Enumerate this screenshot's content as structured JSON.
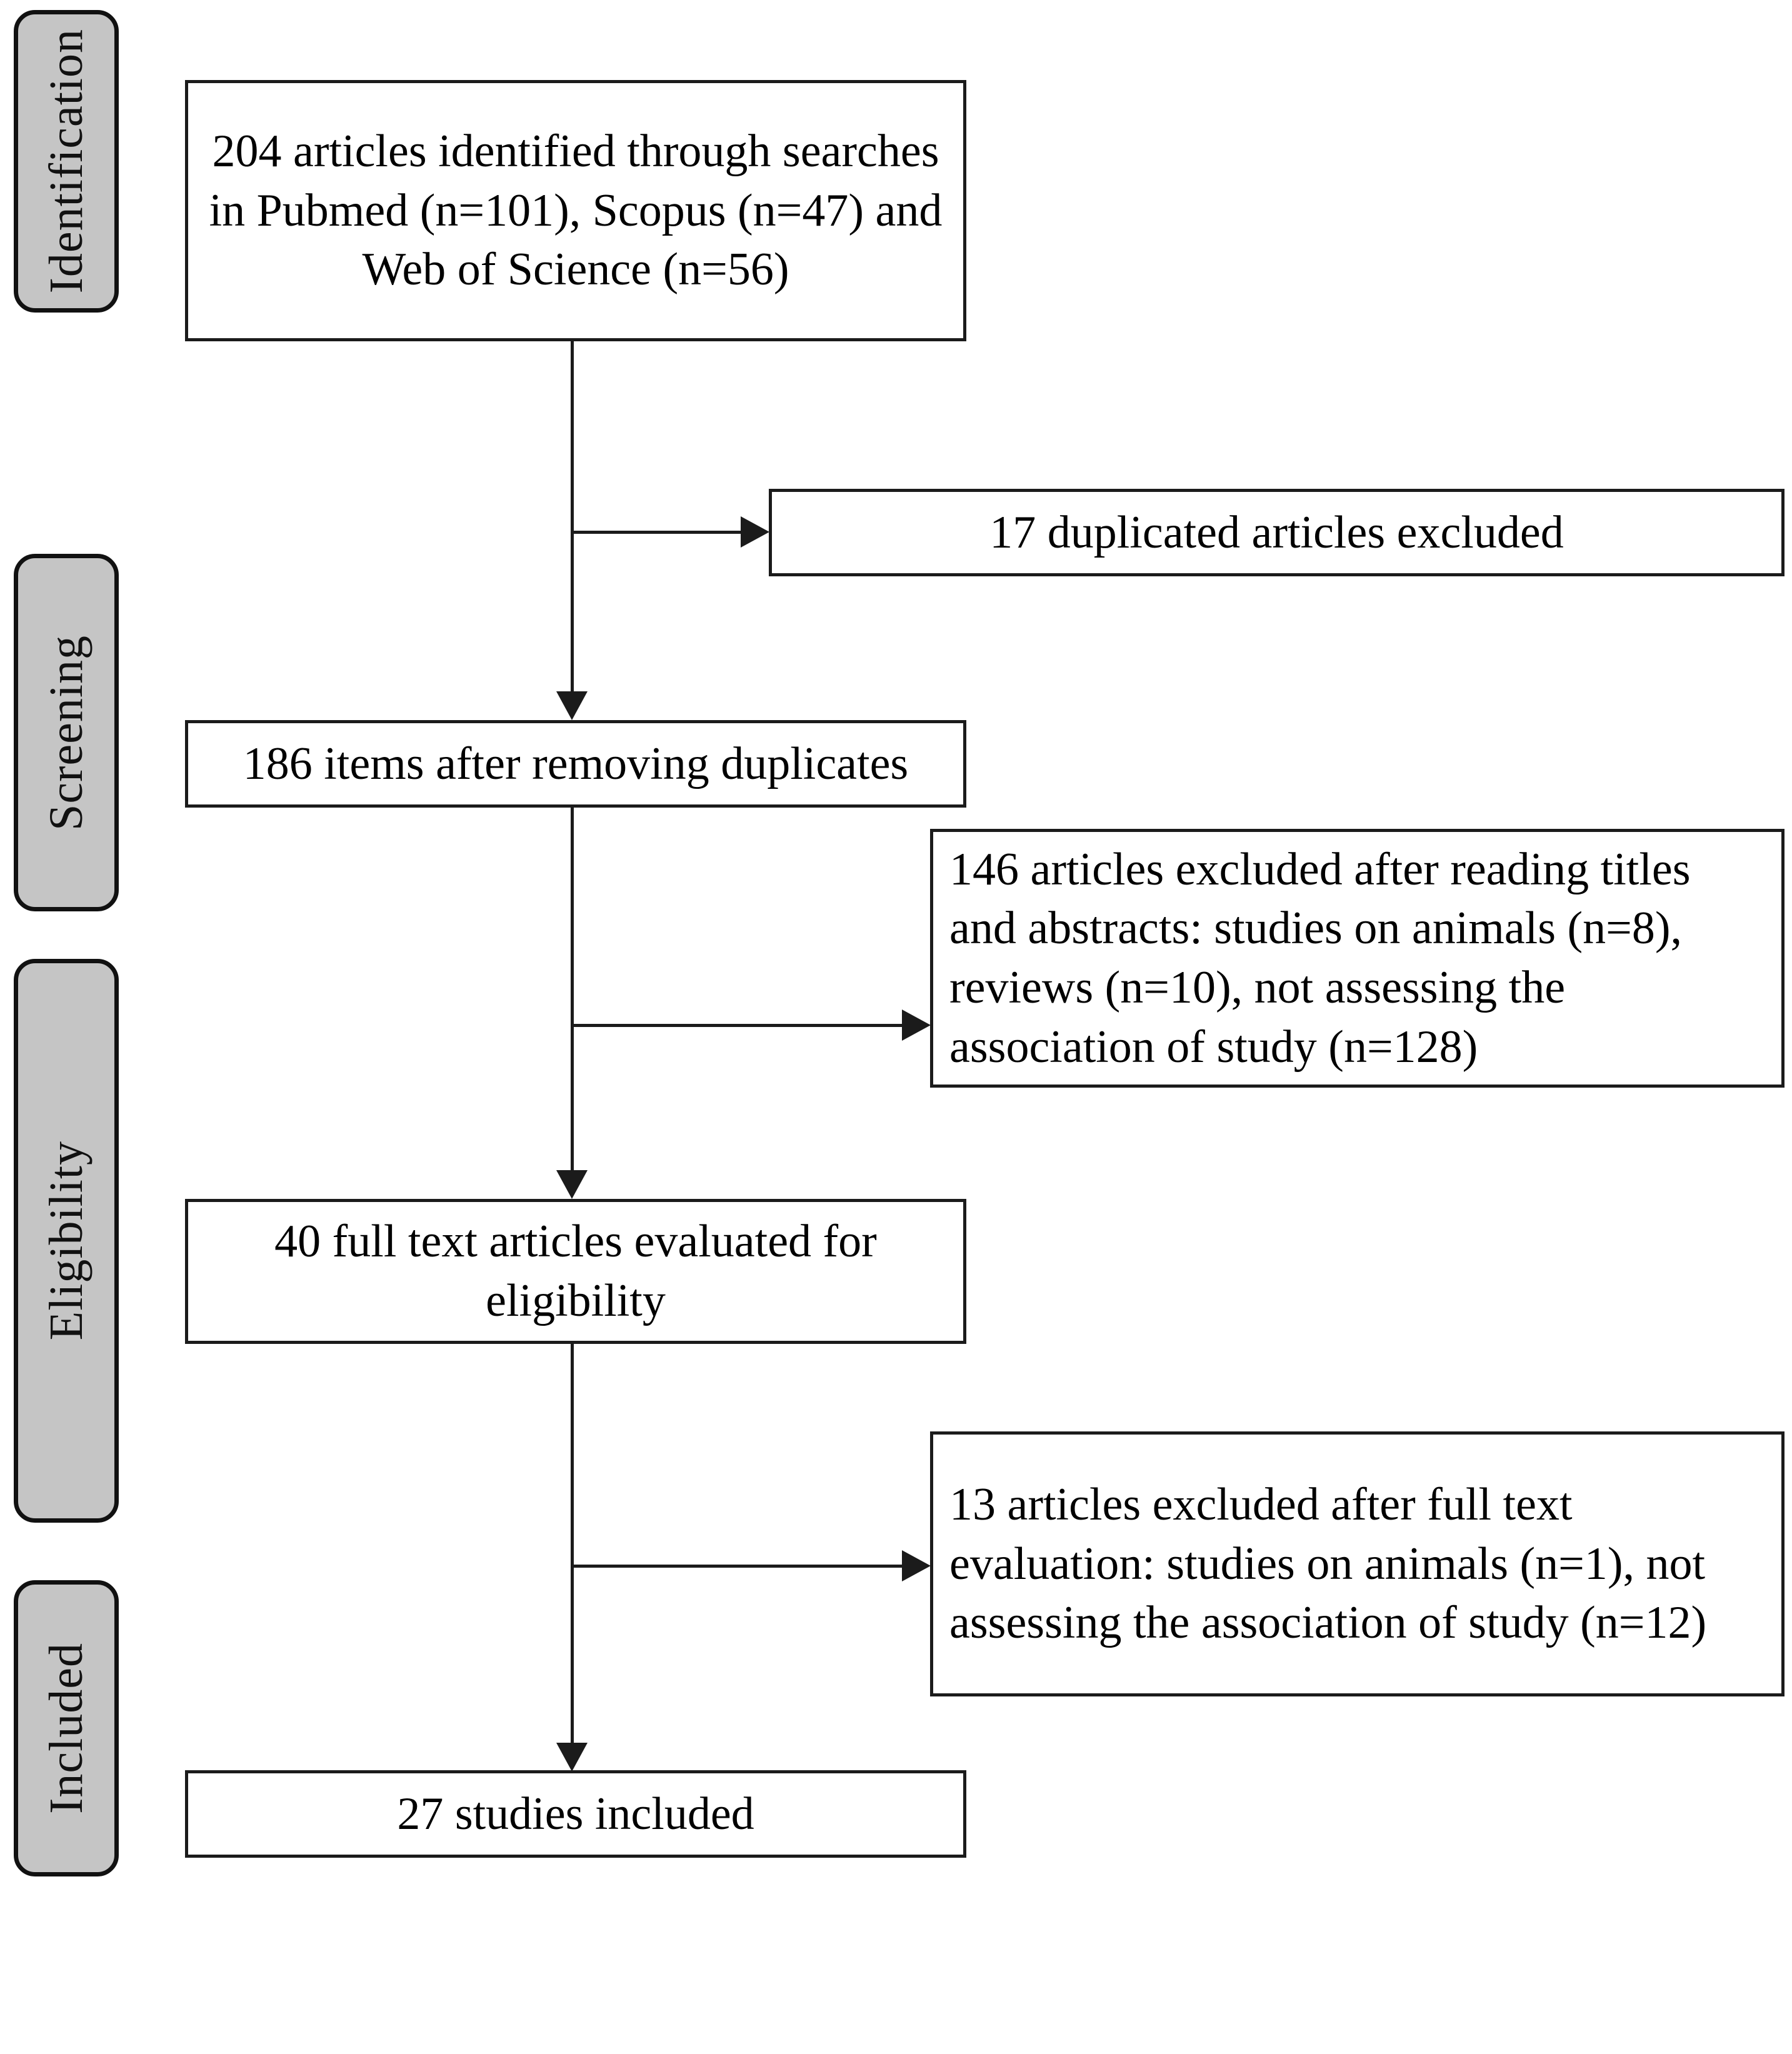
{
  "diagram": {
    "type": "prisma-flow-diagram",
    "stages": [
      {
        "id": "identification",
        "label": "Identification"
      },
      {
        "id": "screening",
        "label": "Screening"
      },
      {
        "id": "eligibility",
        "label": "Eligibility"
      },
      {
        "id": "included",
        "label": "Included"
      }
    ],
    "main_boxes": [
      {
        "id": "identified",
        "stage": "identification",
        "align": "center",
        "text": "204 articles identified through searches in Pubmed (n=101), Scopus (n=47) and Web of Science (n=56)",
        "count": 204,
        "sources": [
          {
            "name": "Pubmed",
            "n": 101
          },
          {
            "name": "Scopus",
            "n": 47
          },
          {
            "name": "Web of Science",
            "n": 56
          }
        ]
      },
      {
        "id": "after-duplicates",
        "stage": "screening",
        "align": "center",
        "text": "186 items after removing duplicates",
        "count": 186
      },
      {
        "id": "full-text-evaluated",
        "stage": "eligibility",
        "align": "center",
        "text": "40 full text articles evaluated for eligibility",
        "count": 40
      },
      {
        "id": "studies-included",
        "stage": "included",
        "align": "center",
        "text": "27 studies included",
        "count": 27
      }
    ],
    "exclusion_boxes": [
      {
        "id": "duplicates-excluded",
        "align": "center",
        "text": "17 duplicated articles excluded",
        "count": 17
      },
      {
        "id": "title-abstract-excluded",
        "align": "left",
        "text": "146 articles excluded after reading titles and abstracts: studies on animals (n=8), reviews (n=10), not assessing the association of study (n=128)",
        "count": 146,
        "reasons": [
          {
            "reason": "studies on animals",
            "n": 8
          },
          {
            "reason": "reviews",
            "n": 10
          },
          {
            "reason": "not assessing the association of study",
            "n": 128
          }
        ]
      },
      {
        "id": "full-text-excluded",
        "align": "left",
        "text": "13 articles  excluded after full text evaluation: studies on animals (n=1), not assessing the association of study (n=12)",
        "count": 13,
        "reasons": [
          {
            "reason": "studies on animals",
            "n": 1
          },
          {
            "reason": "not assessing the association of study",
            "n": 12
          }
        ]
      }
    ],
    "colors": {
      "band_fill": "#c5c5c5",
      "stroke": "#1b1b1b",
      "box_fill": "#ffffff",
      "text": "#000000"
    }
  }
}
